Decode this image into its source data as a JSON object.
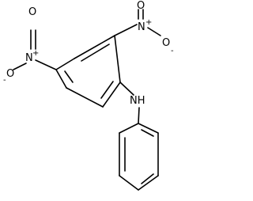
{
  "molecule": {
    "atom_labels": {
      "nitro_left_o_top": "O",
      "nitro_left_n": "N",
      "nitro_left_n_charge": "+",
      "nitro_left_o_bottom": "O",
      "nitro_left_o_bottom_charge": "-",
      "nitro_right_o_top": "O",
      "nitro_right_n": "N",
      "nitro_right_n_charge": "+",
      "nitro_right_o_right": "O",
      "nitro_right_o_right_charge": "-",
      "amine": "NH"
    },
    "colors": {
      "line": "#000000",
      "background": "#ffffff"
    }
  }
}
